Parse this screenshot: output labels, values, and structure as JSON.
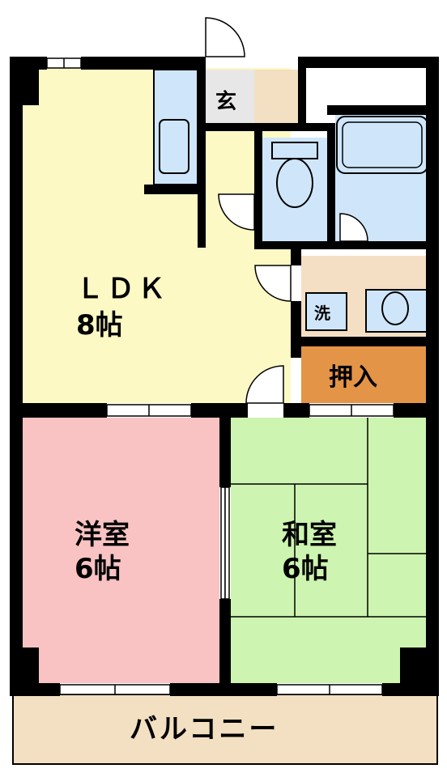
{
  "rooms": {
    "ldk": {
      "name": "ＬＤＫ",
      "size": "8帖"
    },
    "western": {
      "name": "洋室",
      "size": "6帖"
    },
    "japanese": {
      "name": "和室",
      "size": "6帖"
    },
    "closet": {
      "name": "押入"
    },
    "entrance": {
      "name": "玄"
    },
    "washer": {
      "name": "洗"
    },
    "balcony": {
      "name": "バルコニー"
    }
  },
  "colors": {
    "ldk": "#fdf9c4",
    "western": "#f9c3c3",
    "japanese": "#cdf4b0",
    "closet": "#e49447",
    "entrance": "#f3dfc2",
    "wet": "#cfe6fa",
    "washroom": "#f5dfc4",
    "balcony": "#f3dfc2",
    "wall": "#000000"
  }
}
